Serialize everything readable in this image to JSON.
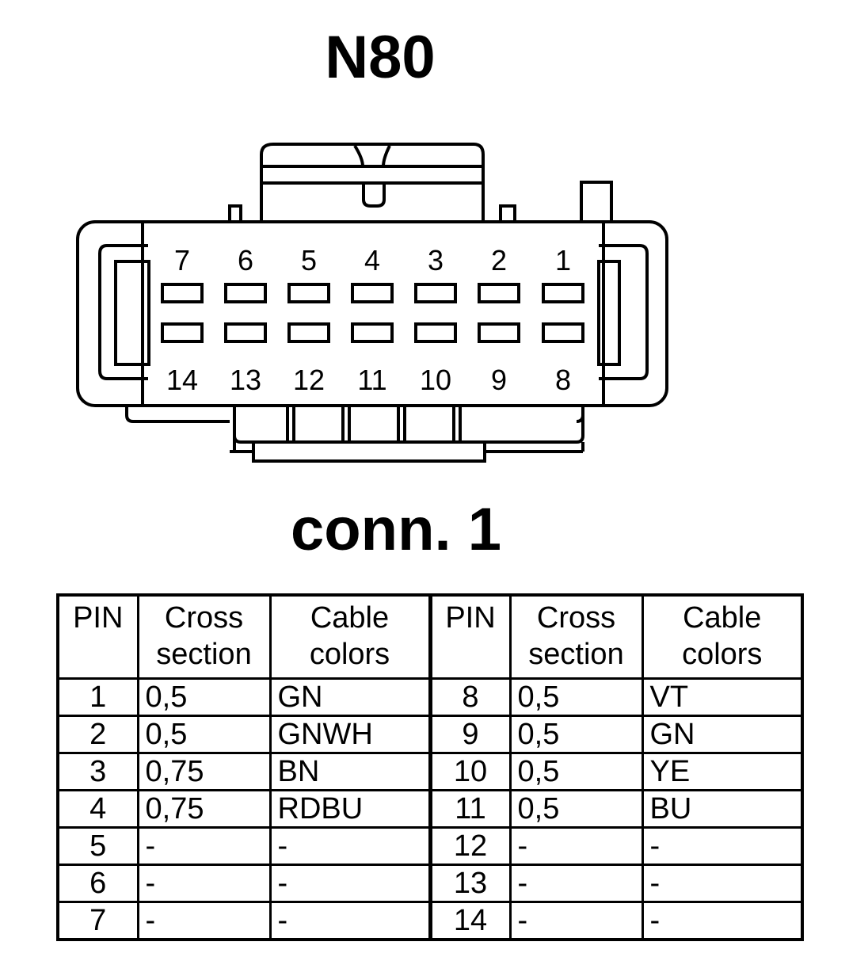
{
  "header": {
    "title": "N80"
  },
  "connector": {
    "label": "conn. 1",
    "top_row_pins": [
      "7",
      "6",
      "5",
      "4",
      "3",
      "2",
      "1"
    ],
    "bottom_row_pins": [
      "14",
      "13",
      "12",
      "11",
      "10",
      "9",
      "8"
    ]
  },
  "table": {
    "headers": {
      "pin": "PIN",
      "cross_section_line1": "Cross",
      "cross_section_line2": "section",
      "cable_colors_line1": "Cable",
      "cable_colors_line2": "colors"
    },
    "rows": [
      {
        "left": {
          "pin": "1",
          "cross": "0,5",
          "color": "GN"
        },
        "right": {
          "pin": "8",
          "cross": "0,5",
          "color": "VT"
        }
      },
      {
        "left": {
          "pin": "2",
          "cross": "0,5",
          "color": "GNWH"
        },
        "right": {
          "pin": "9",
          "cross": "0,5",
          "color": "GN"
        }
      },
      {
        "left": {
          "pin": "3",
          "cross": "0,75",
          "color": "BN"
        },
        "right": {
          "pin": "10",
          "cross": "0,5",
          "color": "YE"
        }
      },
      {
        "left": {
          "pin": "4",
          "cross": "0,75",
          "color": "RDBU"
        },
        "right": {
          "pin": "11",
          "cross": "0,5",
          "color": "BU"
        }
      },
      {
        "left": {
          "pin": "5",
          "cross": "-",
          "color": "-"
        },
        "right": {
          "pin": "12",
          "cross": "-",
          "color": "-"
        }
      },
      {
        "left": {
          "pin": "6",
          "cross": "-",
          "color": "-"
        },
        "right": {
          "pin": "13",
          "cross": "-",
          "color": "-"
        }
      },
      {
        "left": {
          "pin": "7",
          "cross": "-",
          "color": "-"
        },
        "right": {
          "pin": "14",
          "cross": "-",
          "color": "-"
        }
      }
    ]
  }
}
